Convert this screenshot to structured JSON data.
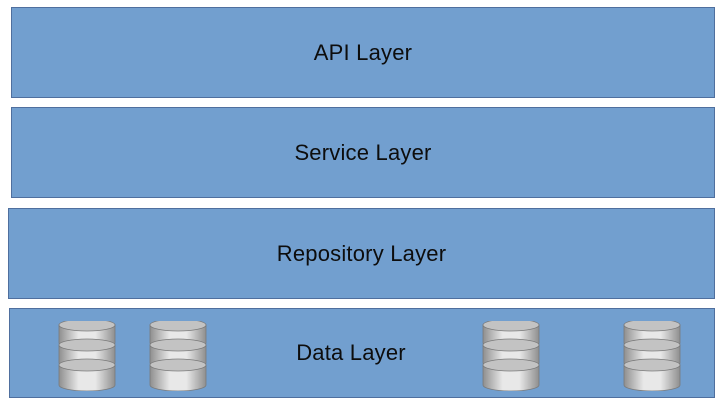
{
  "colors": {
    "layer_fill": "#729fcf",
    "layer_border": "#4f6f9e",
    "db_light": "#e8e8e8",
    "db_mid": "#c3c3c3",
    "db_dark": "#8f8f8f",
    "text": "#0d0d0d"
  },
  "layers": [
    {
      "id": "api",
      "label": "API Layer"
    },
    {
      "id": "service",
      "label": "Service Layer"
    },
    {
      "id": "repository",
      "label": "Repository Layer"
    },
    {
      "id": "data",
      "label": "Data Layer"
    }
  ],
  "icons": {
    "database": "database-icon"
  }
}
